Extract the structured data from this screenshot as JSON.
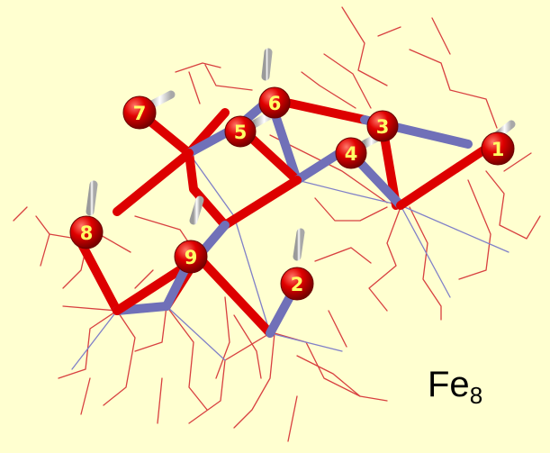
{
  "figure": {
    "formula_base": "Fe",
    "formula_subscript": "8",
    "atom_labels": [
      "1",
      "2",
      "3",
      "4",
      "5",
      "6",
      "7",
      "8",
      "9"
    ],
    "colors": {
      "background": "#ffffd0",
      "oxygen": "#dd0000",
      "iron": "#7070b8",
      "hydrogen": "#e6e6e6",
      "wire_red": "#d84040",
      "wire_blue": "#8080c8",
      "label_text": "#ffff66"
    }
  }
}
